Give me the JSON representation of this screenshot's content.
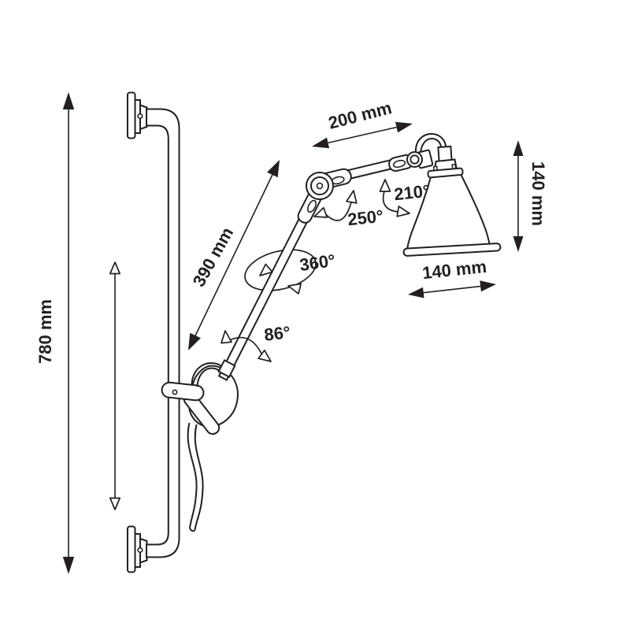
{
  "diagram": {
    "ink_color": "#231f20",
    "paper_color": "#ffffff",
    "dimensions": {
      "overall_height": "780 mm",
      "lower_arm_length": "390 mm",
      "upper_arm_length": "200 mm",
      "shade_height": "140 mm",
      "shade_width": "140 mm"
    },
    "angles": {
      "arm_rotation": "360°",
      "elbow_pivot": "250°",
      "head_pivot": "210°",
      "wall_pivot": "86°"
    }
  }
}
